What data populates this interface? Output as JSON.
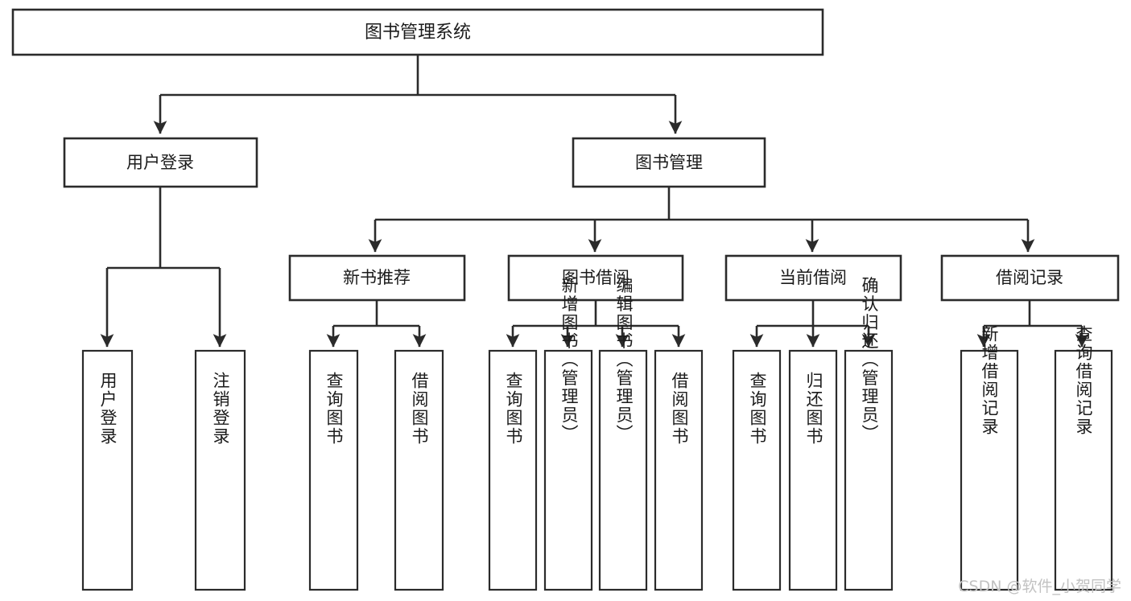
{
  "diagram": {
    "type": "tree-hierarchy-chart",
    "title": "图书管理系统",
    "root": {
      "id": "root",
      "label": "图书管理系统"
    },
    "level1": [
      {
        "id": "user-login",
        "label": "用户登录"
      },
      {
        "id": "book-manage",
        "label": "图书管理"
      }
    ],
    "level2": [
      {
        "id": "new-book-recommend",
        "label": "新书推荐",
        "parent": "book-manage"
      },
      {
        "id": "book-borrow",
        "label": "图书借阅",
        "parent": "book-manage"
      },
      {
        "id": "current-borrow",
        "label": "当前借阅",
        "parent": "book-manage"
      },
      {
        "id": "borrow-record",
        "label": "借阅记录",
        "parent": "book-manage"
      }
    ],
    "leaves": {
      "user-login": [
        {
          "id": "leaf-user-login",
          "label": "用户登录"
        },
        {
          "id": "leaf-user-logout",
          "label": "注销登录"
        }
      ],
      "new-book-recommend": [
        {
          "id": "leaf-query-book-1",
          "label": "查询图书"
        },
        {
          "id": "leaf-borrow-book-1",
          "label": "借阅图书"
        }
      ],
      "book-borrow": [
        {
          "id": "leaf-query-book-2",
          "label": "查询图书"
        },
        {
          "id": "leaf-add-book",
          "label": "新增图书（管理员）"
        },
        {
          "id": "leaf-edit-book",
          "label": "编辑图书（管理员）"
        },
        {
          "id": "leaf-borrow-book-2",
          "label": "借阅图书"
        }
      ],
      "current-borrow": [
        {
          "id": "leaf-query-book-3",
          "label": "查询图书"
        },
        {
          "id": "leaf-return-book",
          "label": "归还图书"
        },
        {
          "id": "leaf-confirm-return",
          "label": "确认归还（管理员）"
        }
      ],
      "borrow-record": [
        {
          "id": "leaf-add-record",
          "label": "新增借阅记录"
        },
        {
          "id": "leaf-query-record",
          "label": "查询借阅记录"
        }
      ]
    }
  },
  "watermark": {
    "text": "CSDN @软件_小贺同学"
  },
  "colors": {
    "stroke": "#2b2b2b",
    "box_fill": "#ffffff",
    "text": "#1b1b1b",
    "background": "#ffffff",
    "watermark": "#c2c2c2"
  }
}
